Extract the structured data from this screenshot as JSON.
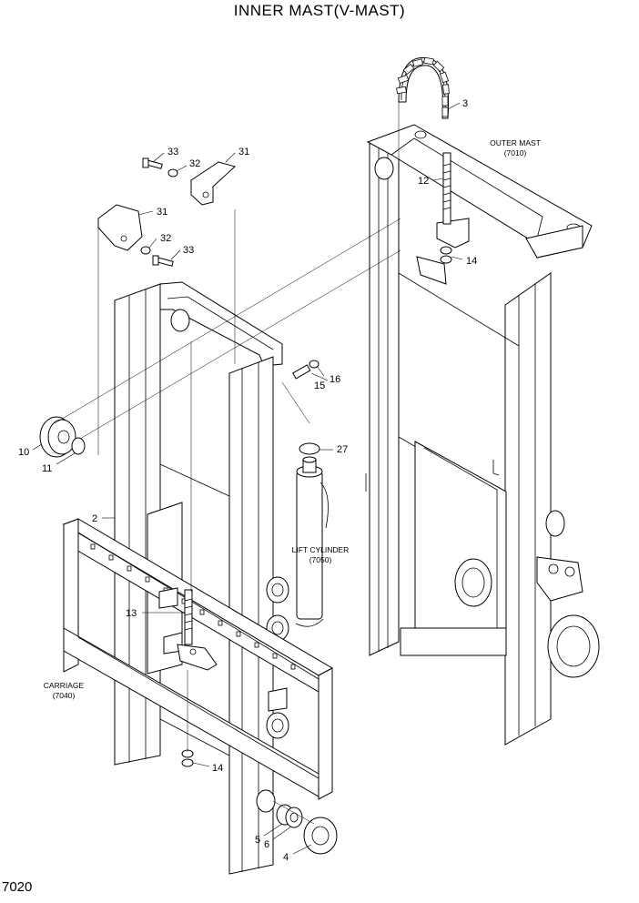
{
  "title": "INNER MAST(V-MAST)",
  "page_number": "7020",
  "assemblies": {
    "outer_mast": {
      "name": "OUTER MAST",
      "code": "(7010)"
    },
    "lift_cylinder": {
      "name": "LIFT CYLINDER",
      "code": "(7050)"
    },
    "carriage": {
      "name": "CARRIAGE",
      "code": "(7040)"
    }
  },
  "part_numbers": {
    "p2": "2",
    "p3": "3",
    "p4": "4",
    "p5": "5",
    "p6": "6",
    "p10": "10",
    "p11": "11",
    "p12": "12",
    "p13": "13",
    "p14a": "14",
    "p14b": "14",
    "p15": "15",
    "p16": "16",
    "p27": "27",
    "p31a": "31",
    "p31b": "31",
    "p32a": "32",
    "p32b": "32",
    "p33a": "33",
    "p33b": "33"
  }
}
